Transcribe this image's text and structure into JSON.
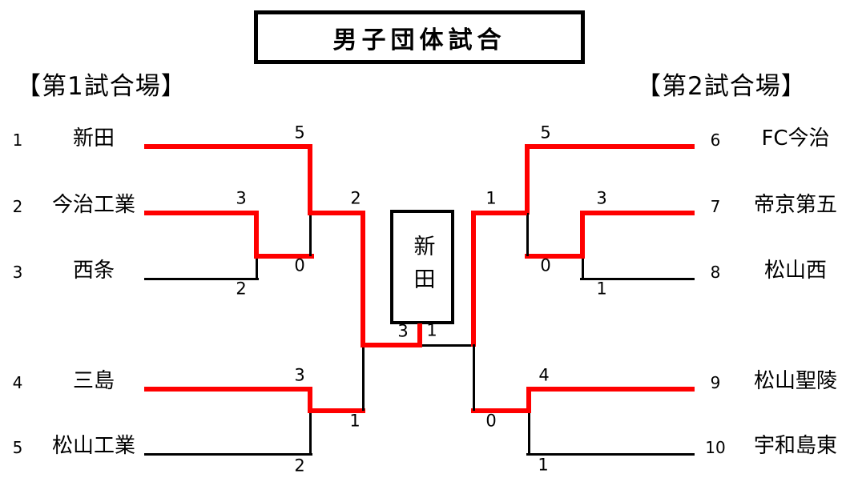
{
  "title": "男子団体試合",
  "courts": {
    "left": "【第1試合場】",
    "right": "【第2試合場】"
  },
  "colors": {
    "winner_path": "#ff0000",
    "line": "#000000",
    "text": "#000000",
    "background": "#ffffff"
  },
  "teams": [
    {
      "seed": "1",
      "name": "新田"
    },
    {
      "seed": "2",
      "name": "今治工業"
    },
    {
      "seed": "3",
      "name": "西条"
    },
    {
      "seed": "4",
      "name": "三島"
    },
    {
      "seed": "5",
      "name": "松山工業"
    },
    {
      "seed": "6",
      "name": "FC今治"
    },
    {
      "seed": "7",
      "name": "帝京第五"
    },
    {
      "seed": "8",
      "name": "松山西"
    },
    {
      "seed": "9",
      "name": "松山聖陵"
    },
    {
      "seed": "10",
      "name": "宇和島東"
    }
  ],
  "matches": {
    "c1_r1": {
      "home": "今治工業",
      "away": "西条",
      "home_score": "3",
      "away_score": "2",
      "winner": "今治工業"
    },
    "c1_r2": {
      "home": "新田",
      "away": "今治工業",
      "home_score": "5",
      "away_score": "0",
      "winner": "新田"
    },
    "c1_r3": {
      "home": "三島",
      "away": "松山工業",
      "home_score": "3",
      "away_score": "2",
      "winner": "三島"
    },
    "c1_semi": {
      "home": "新田",
      "away": "三島",
      "home_score": "2",
      "away_score": "1",
      "winner": "新田"
    },
    "c2_r1": {
      "home": "帝京第五",
      "away": "松山西",
      "home_score": "3",
      "away_score": "1",
      "winner": "帝京第五"
    },
    "c2_r2": {
      "home": "FC今治",
      "away": "帝京第五",
      "home_score": "5",
      "away_score": "0",
      "winner": "FC今治"
    },
    "c2_r3": {
      "home": "松山聖陵",
      "away": "宇和島東",
      "home_score": "4",
      "away_score": "1",
      "winner": "松山聖陵"
    },
    "c2_semi": {
      "home": "FC今治",
      "away": "松山聖陵",
      "home_score": "1",
      "away_score": "0",
      "winner": "FC今治"
    },
    "final": {
      "home": "新田",
      "away": "FC今治",
      "home_score": "3",
      "away_score": "1",
      "winner": "新田"
    }
  },
  "champion": {
    "name": "新田"
  }
}
